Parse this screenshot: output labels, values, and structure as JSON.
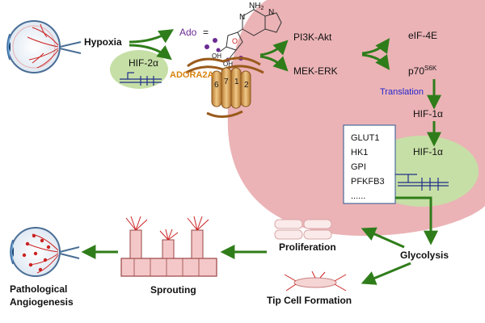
{
  "hypoxia": "Hypoxia",
  "hif2a": "HIF-2α",
  "ado": {
    "label": "Ado",
    "equals": "="
  },
  "adenosine": {
    "amine": "NH",
    "sub2": "2",
    "n": "N",
    "o": "O",
    "oh": "OH"
  },
  "receptor": {
    "name": "ADORA2A",
    "h6": "6",
    "h7": "7",
    "h1": "1",
    "h2": "2"
  },
  "pathway": {
    "pi3k": "PI3K-Akt",
    "mek": "MEK-ERK",
    "eif4e": "eIF-4E",
    "p70_base": "p70",
    "p70_sup": "S6K"
  },
  "translation": "Translation",
  "hif1a_top": "HIF-1α",
  "hif1a_nuc": "HIF-1α",
  "target_genes": [
    "GLUT1",
    "HK1",
    "GPI",
    "PFKFB3",
    "......"
  ],
  "glycolysis": "Glycolysis",
  "proliferation": "Proliferation",
  "tip_cell": "Tip Cell Formation",
  "sprouting": "Sprouting",
  "pathological_line1": "Pathological",
  "pathological_line2": "Angiogenesis",
  "colors": {
    "cell_fill": "#ebb3b6",
    "nucleus_fill": "#c6dfa6",
    "arrow_green": "#2f7d1a",
    "receptor_brown": "#9a5a1c",
    "adora_orange": "#d8830f",
    "ado_purple": "#6b2a92",
    "translation_blue": "#2727cc",
    "vessel_red": "#cc2222"
  }
}
